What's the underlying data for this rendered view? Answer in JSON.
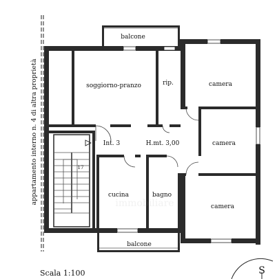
{
  "rooms": {
    "balcone_top": "balcone",
    "soggiorno": "soggiorno-pranzo",
    "ripostiglio": "rip.",
    "camera_1": "camera",
    "camera_2": "camera",
    "camera_3": "camera",
    "interno": "Int. 3",
    "altezza": "H.mt. 3,00",
    "cucina": "cucina",
    "bagno": "bagno",
    "balcone_bottom": "balcone"
  },
  "side_note": "appartamento interno n. 4 di altra proprietà",
  "scale_label": "Scala 1:100",
  "north_label": "S",
  "stair_number": "17",
  "watermark": "immobiliare"
}
